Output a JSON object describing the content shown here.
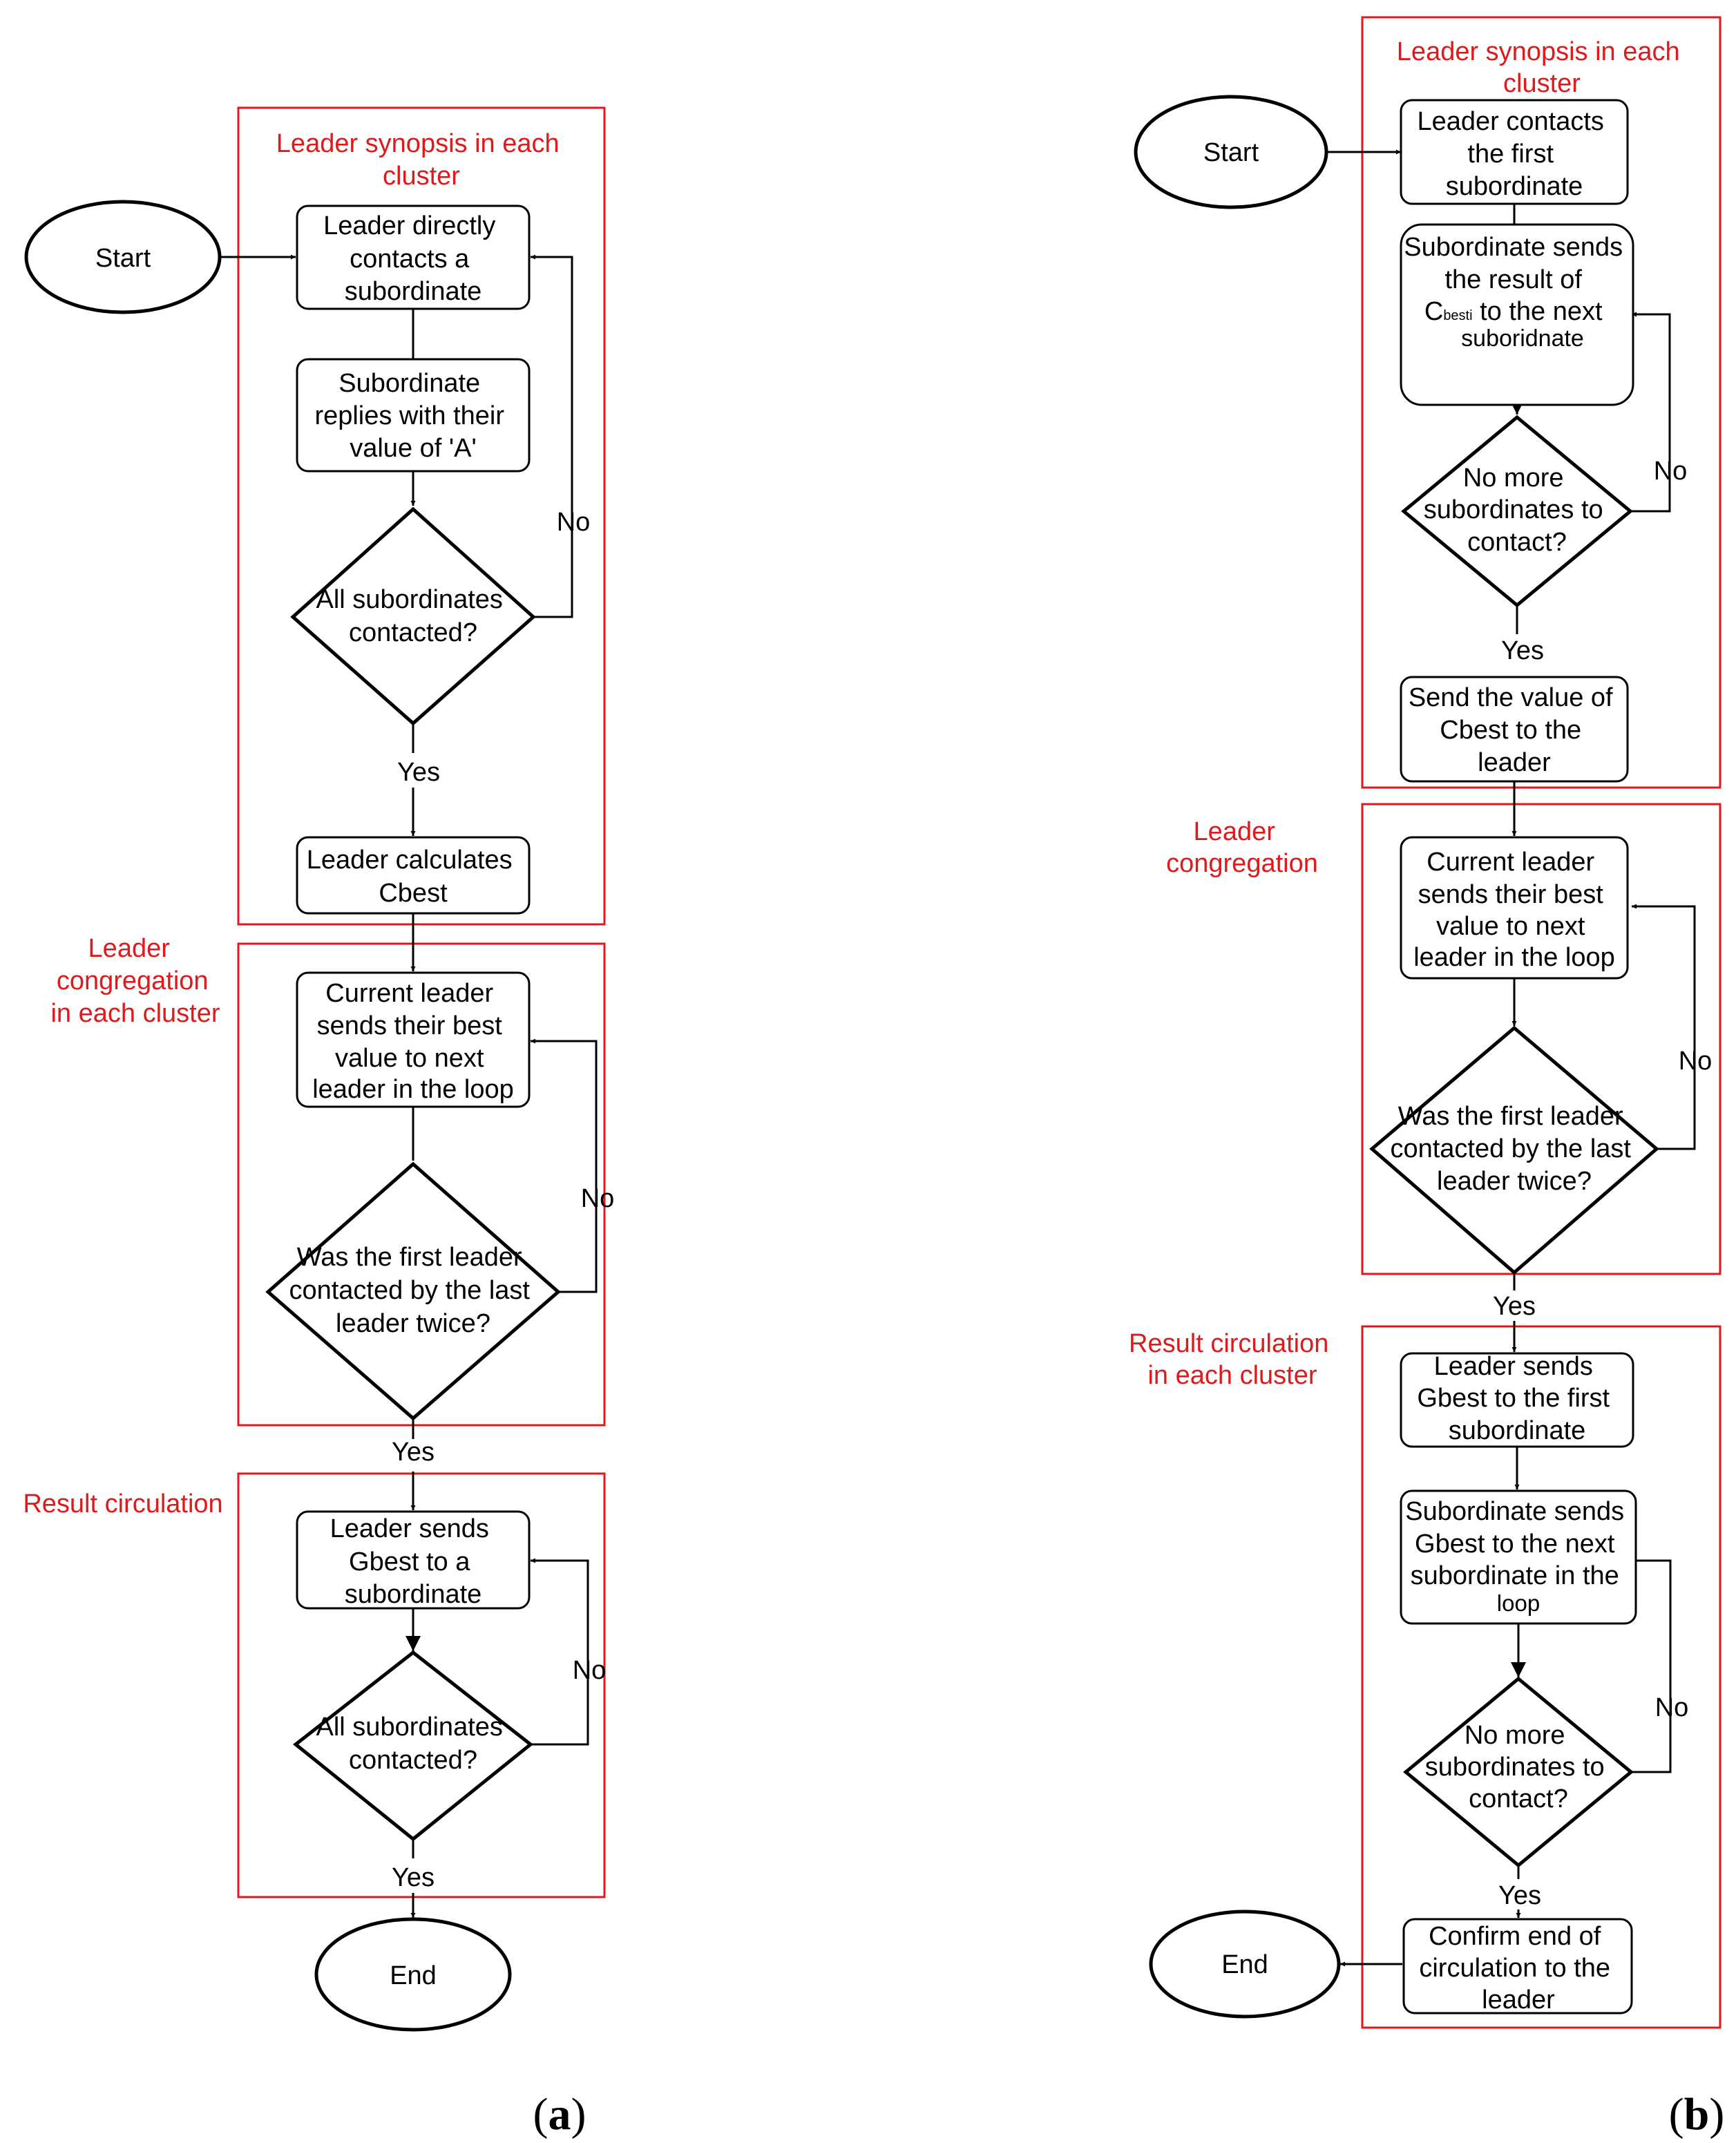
{
  "diagram_a": {
    "groups": {
      "synopsis": [
        "Leader  synopsis  in each",
        "cluster"
      ],
      "congregation": [
        "Leader",
        "congregation",
        "in each cluster"
      ],
      "circulation": [
        "Result  circulation"
      ]
    },
    "start": "Start",
    "end": "End",
    "nodes": {
      "contact": [
        "Leader directly",
        "contacts a",
        "subordinate"
      ],
      "reply": [
        "Subordinate",
        "replies with their",
        "value of 'A'"
      ],
      "all1": [
        "All subordinates",
        "contacted?"
      ],
      "calc": [
        "Leader calculates",
        "Cbest"
      ],
      "send_best": [
        "Current leader",
        "sends their best",
        "value to next",
        "leader in the loop"
      ],
      "twice": [
        "Was the first leader",
        "contacted by the last",
        "leader twice?"
      ],
      "send_g": [
        "Leader sends",
        "Gbest to a",
        "subordinate"
      ],
      "all2": [
        "All subordinates",
        "contacted?"
      ]
    },
    "labels": {
      "no": "No",
      "yes": "Yes"
    },
    "caption": {
      "open": "(",
      "letter": "a",
      "close": ")"
    }
  },
  "diagram_b": {
    "groups": {
      "synopsis": [
        "Leader  synopsis  in each",
        "cluster"
      ],
      "congregation": [
        "Leader",
        "congregation"
      ],
      "circulation": [
        "Result  circulation",
        "in each cluster"
      ]
    },
    "start": "Start",
    "end": "End",
    "nodes": {
      "contact_first": [
        "Leader contacts",
        "the first",
        "subordinate"
      ],
      "sub_send": {
        "line1": "Subordinate sends",
        "line2": "the result of",
        "line3_c": "C",
        "line3_sub": "besti",
        "line3_rest": " to the next",
        "line4": "suboridnate"
      },
      "no_more1": [
        "No more",
        "subordinates to",
        "contact?"
      ],
      "send_cbest": [
        "Send the value of",
        "Cbest to the",
        "leader"
      ],
      "send_best": [
        "Current leader",
        "sends their best",
        "value to next",
        "leader in the loop"
      ],
      "twice": [
        "Was the first leader",
        "contacted by the last",
        "leader twice?"
      ],
      "send_g_first": [
        "Leader sends",
        "Gbest to the first",
        "subordinate"
      ],
      "sub_send_g": [
        "Subordinate sends",
        "Gbest to the next",
        "subordinate in the",
        "loop"
      ],
      "no_more2": [
        "No more",
        "subordinates to",
        "contact?"
      ],
      "confirm": [
        "Confirm end of",
        "circulation to the",
        "leader"
      ]
    },
    "labels": {
      "no": "No",
      "yes": "Yes"
    },
    "caption": {
      "open": "(",
      "letter": "b",
      "close": ")"
    }
  }
}
